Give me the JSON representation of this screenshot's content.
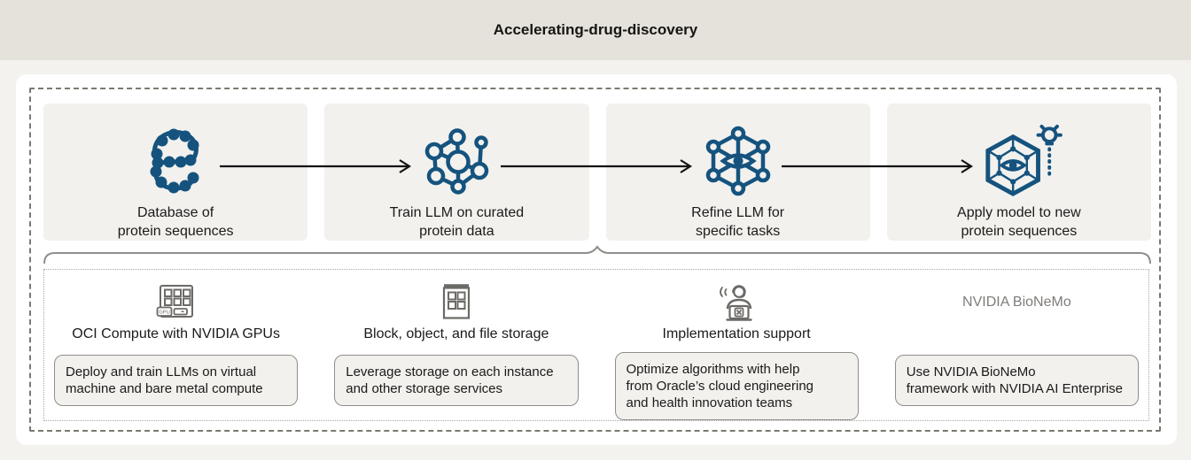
{
  "header": {
    "title": "Accelerating-drug-discovery"
  },
  "flow": {
    "steps": [
      {
        "icon": "protein-chain-icon",
        "lines": [
          "Database of",
          "protein sequences"
        ]
      },
      {
        "icon": "molecule-network-icon",
        "lines": [
          "Train LLM on curated",
          "protein data"
        ]
      },
      {
        "icon": "network-eye-icon",
        "lines": [
          "Refine LLM for",
          "specific tasks"
        ]
      },
      {
        "icon": "network-insight-icon",
        "lines": [
          "Apply model to new",
          "protein sequences"
        ]
      }
    ]
  },
  "resources": [
    {
      "icon": "gpu-icon",
      "heading": "OCI Compute with NVIDIA GPUs",
      "lines": [
        "Deploy and train LLMs on virtual",
        "machine and bare metal compute"
      ]
    },
    {
      "icon": "storage-icon",
      "heading": "Block, object, and file storage",
      "lines": [
        "Leverage storage on each instance",
        "and other storage services"
      ]
    },
    {
      "icon": "support-agent-icon",
      "heading": "Implementation support",
      "lines": [
        "Optimize algorithms with help",
        "from Oracle’s cloud engineering",
        "and health innovation teams"
      ]
    },
    {
      "icon": "none",
      "heading": "NVIDIA BioNeMo",
      "lines": [
        "Use NVIDIA BioNeMo",
        "framework with NVIDIA AI Enterprise"
      ]
    }
  ],
  "colors": {
    "accent_blue": "#15537e",
    "icon_gray": "#6c6a66",
    "header_bg": "#e5e2dc",
    "page_bg": "#f4f2ef",
    "card_bg": "#f2f1ee",
    "arrow_black": "#131313",
    "muted_heading": "#7f7d7a"
  }
}
